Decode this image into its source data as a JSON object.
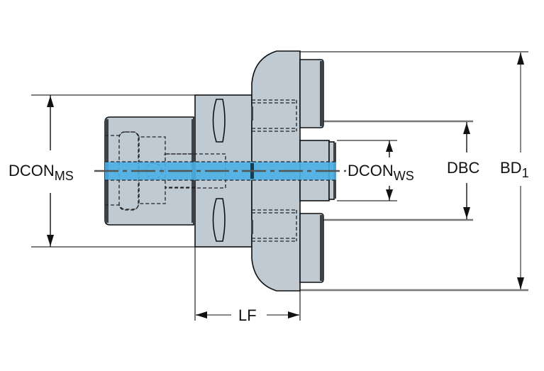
{
  "diagram": {
    "subject": "tool adaptor side view with coolant channel",
    "labels": {
      "dcon_ms": {
        "main": "DCON",
        "subscript": "MS"
      },
      "dcon_ws": {
        "main": "DCON",
        "subscript": "WS"
      },
      "dbc": {
        "main": "DBC"
      },
      "bd1": {
        "main": "BD",
        "subscript": "1"
      },
      "lf": {
        "main": "LF"
      }
    },
    "colors": {
      "body": "#c0cad3",
      "coolant": "#4ab0e6",
      "outline": "#111111"
    }
  }
}
